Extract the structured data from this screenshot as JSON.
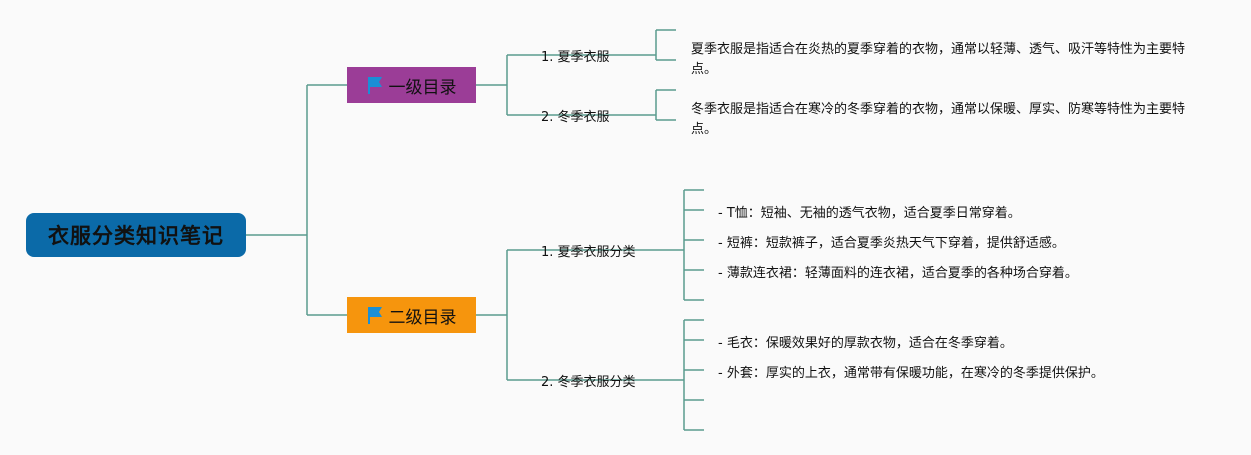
{
  "root": {
    "label": "衣服分类知识笔记"
  },
  "branch1": {
    "label": "一级目录",
    "children": [
      {
        "label": "1. 夏季衣服",
        "desc": "夏季衣服是指适合在炎热的夏季穿着的衣物，通常以轻薄、透气、吸汗等特性为主要特点。"
      },
      {
        "label": "2. 冬季衣服",
        "desc": "冬季衣服是指适合在寒冷的冬季穿着的衣物，通常以保暖、厚实、防寒等特性为主要特点。"
      }
    ]
  },
  "branch2": {
    "label": "二级目录",
    "children": [
      {
        "label": "1. 夏季衣服分类",
        "items": [
          "- T恤：短袖、无袖的透气衣物，适合夏季日常穿着。",
          "- 短裤：短款裤子，适合夏季炎热天气下穿着，提供舒适感。",
          "- 薄款连衣裙：轻薄面料的连衣裙，适合夏季的各种场合穿着。"
        ]
      },
      {
        "label": "2. 冬季衣服分类",
        "items": [
          "- 毛衣：保暖效果好的厚款衣物，适合在冬季穿着。",
          "- 外套：厚实的上衣，通常带有保暖功能，在寒冷的冬季提供保护。"
        ]
      }
    ]
  },
  "colors": {
    "line": "#5a9b8e",
    "root": "#0b6aa8",
    "branch1": "#9b3d97",
    "branch2": "#f6950d",
    "flag": "#1a8fd6"
  }
}
